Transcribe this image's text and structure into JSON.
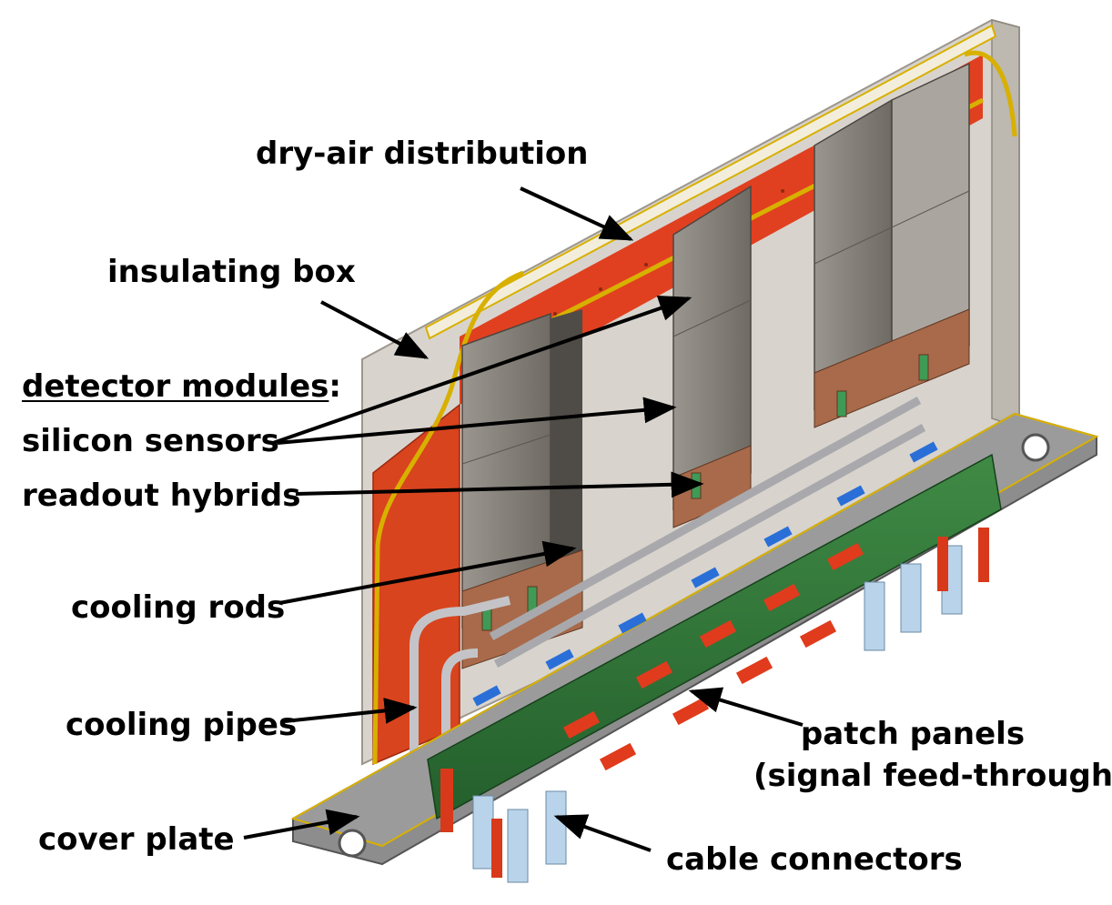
{
  "labels": {
    "dry_air": "dry-air distribution",
    "insulating_box": "insulating box",
    "detector_modules": "detector modules",
    "detector_modules_suffix": ":",
    "silicon_sensors": "silicon sensors",
    "readout_hybrids": "readout hybrids",
    "cooling_rods": "cooling rods",
    "cooling_pipes": "cooling pipes",
    "cover_plate": "cover plate",
    "patch_panels": "patch panels",
    "patch_panels_sub": "(signal feed-through)",
    "cable_connectors": "cable connectors"
  },
  "colors": {
    "insulation": "#d8d4cd",
    "frame_red": "#e04020",
    "sensor_gray": "#7f7b74",
    "hybrid_copper": "#a86a4a",
    "pcb_green": "#2f7a3a",
    "connector_red": "#e03b1c",
    "connector_blue": "#2a6fd8",
    "cable_lightblue": "#b9d4ea",
    "cover_gray": "#8d8d8d",
    "yellow_edge": "#d8b000"
  }
}
